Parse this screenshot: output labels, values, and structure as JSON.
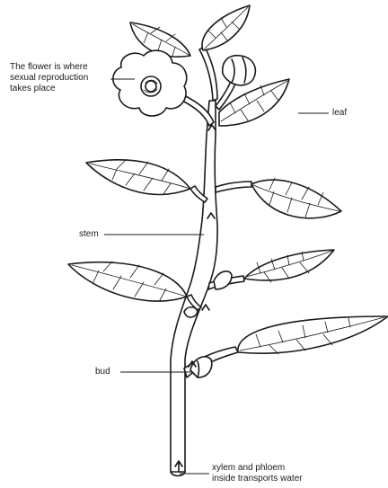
{
  "labels": {
    "flower": [
      "The flower is where",
      "sexual reproduction",
      "takes place"
    ],
    "leaf": "leaf",
    "stem": "stem",
    "bud": "bud",
    "vascular": [
      "xylem and phloem",
      "inside transports water"
    ]
  }
}
